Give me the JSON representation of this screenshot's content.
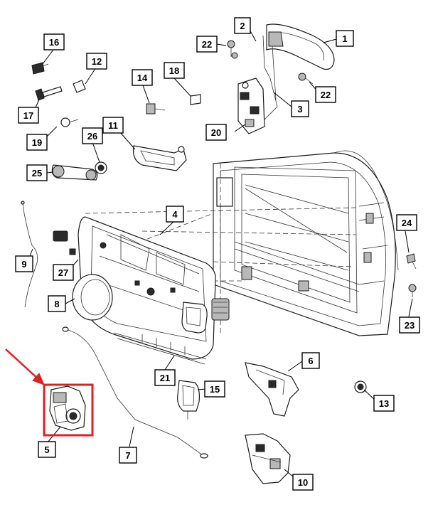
{
  "callouts": {
    "p1": "1",
    "p2": "2",
    "p3": "3",
    "p4": "4",
    "p5": "5",
    "p6": "6",
    "p7": "7",
    "p8": "8",
    "p9": "9",
    "p10": "10",
    "p11": "11",
    "p12": "12",
    "p13": "13",
    "p14": "14",
    "p15": "15",
    "p16": "16",
    "p17": "17",
    "p18": "18",
    "p19": "19",
    "p20": "20",
    "p21": "21",
    "p22a": "22",
    "p22b": "22",
    "p23": "23",
    "p24": "24",
    "p25": "25",
    "p26": "26",
    "p27": "27"
  },
  "highlight": {
    "part_ref": "5",
    "color": "#e02020"
  },
  "colors": {
    "line": "#1a1a1a",
    "background": "#ffffff"
  }
}
